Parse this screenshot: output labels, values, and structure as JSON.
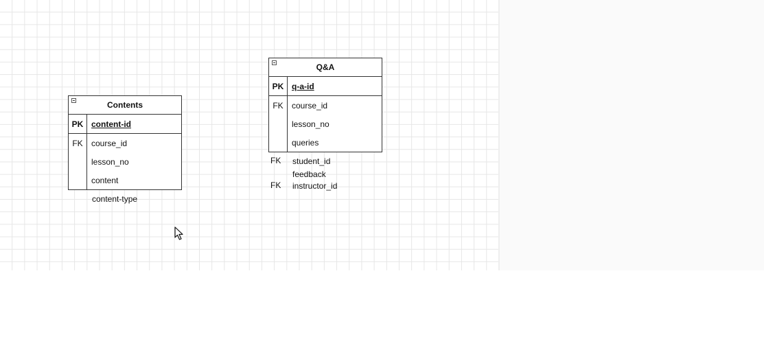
{
  "entities": {
    "contents": {
      "title": "Contents",
      "pk_label": "PK",
      "pk_field": "content-id",
      "fk_label": "FK",
      "fields": [
        "course_id",
        "lesson_no",
        "content"
      ],
      "outside_fields": [
        "content-type"
      ]
    },
    "qa": {
      "title": "Q&A",
      "pk_label": "PK",
      "pk_field": "q-a-id",
      "fk_label": "FK",
      "fields": [
        "course_id",
        "lesson_no",
        "queries"
      ],
      "outside_rows": [
        {
          "key": "FK",
          "name": "student_id"
        },
        {
          "key": "",
          "name": "feedback"
        },
        {
          "key": "FK",
          "name": "instructor_id"
        }
      ]
    }
  },
  "icons": {
    "collapse": "minus-square-icon",
    "cursor": "mouse-pointer-icon"
  },
  "colors": {
    "grid": "#e6e6e6",
    "border": "#333333",
    "background": "#ffffff"
  }
}
